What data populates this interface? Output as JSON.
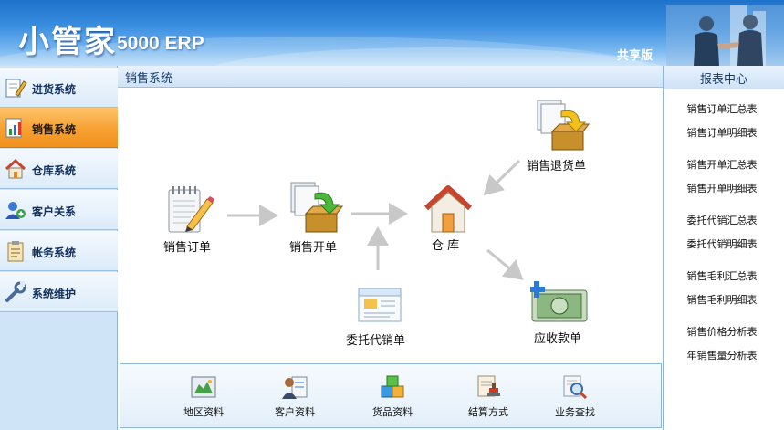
{
  "header": {
    "logo_cn": "小管家",
    "logo_en": "5000 ERP",
    "edition": "共享版"
  },
  "sidebar": {
    "items": [
      {
        "label": "进货系统",
        "icon": "purchase-edit-icon",
        "active": false
      },
      {
        "label": "销售系统",
        "icon": "sales-chart-icon",
        "active": true
      },
      {
        "label": "仓库系统",
        "icon": "warehouse-house-icon",
        "active": false
      },
      {
        "label": "客户关系",
        "icon": "customer-people-icon",
        "active": false
      },
      {
        "label": "帐务系统",
        "icon": "accounting-clipboard-icon",
        "active": false
      },
      {
        "label": "系统维护",
        "icon": "maintenance-wrench-icon",
        "active": false
      }
    ]
  },
  "main": {
    "title": "销售系统",
    "flow": {
      "sales_order": "销售订单",
      "sales_invoice": "销售开单",
      "warehouse": "仓  库",
      "sales_return": "销售退货单",
      "consignment": "委托代销单",
      "receivable": "应收款单"
    },
    "tools": [
      {
        "label": "地区资料",
        "icon": "region-map-icon"
      },
      {
        "label": "客户资料",
        "icon": "customer-card-icon"
      },
      {
        "label": "货品资料",
        "icon": "goods-boxes-icon"
      },
      {
        "label": "结算方式",
        "icon": "settlement-stamp-icon"
      },
      {
        "label": "业务查找",
        "icon": "search-magnifier-icon"
      }
    ]
  },
  "reports": {
    "title": "报表中心",
    "groups": [
      [
        "销售订单汇总表",
        "销售订单明细表"
      ],
      [
        "销售开单汇总表",
        "销售开单明细表"
      ],
      [
        "委托代销汇总表",
        "委托代销明细表"
      ],
      [
        "销售毛利汇总表",
        "销售毛利明细表"
      ],
      [
        "销售价格分析表",
        "年销售量分析表"
      ]
    ]
  },
  "colors": {
    "accent_active": "#f7a032",
    "sidebar_bg": "#cfe4f7",
    "header_blue": "#1d71c9",
    "arrow_gray": "#c8c8c8"
  }
}
